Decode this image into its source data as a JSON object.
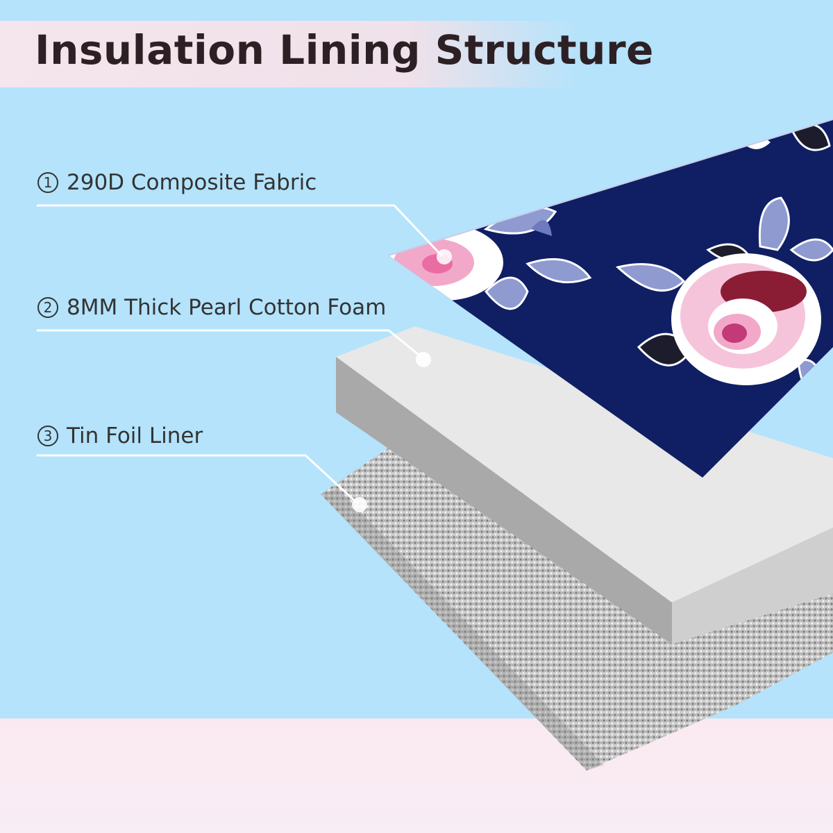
{
  "title": "Insulation Lining Structure",
  "layers": [
    {
      "number": "1",
      "label": "290D Composite Fabric"
    },
    {
      "number": "2",
      "label": "8MM Thick Pearl Cotton Foam"
    },
    {
      "number": "3",
      "label": "Tin Foil Liner"
    }
  ],
  "colors": {
    "background": "#b4e3fb",
    "fabric_navy": "#101f63",
    "rose_pink": "#f2a9c9",
    "leaf_blue": "#8e9ad0",
    "foam_top": "#e6e6e6",
    "foam_side": "#a7a7a7",
    "foil": "#bdbdbd",
    "title_band": "#f3e3ea"
  }
}
